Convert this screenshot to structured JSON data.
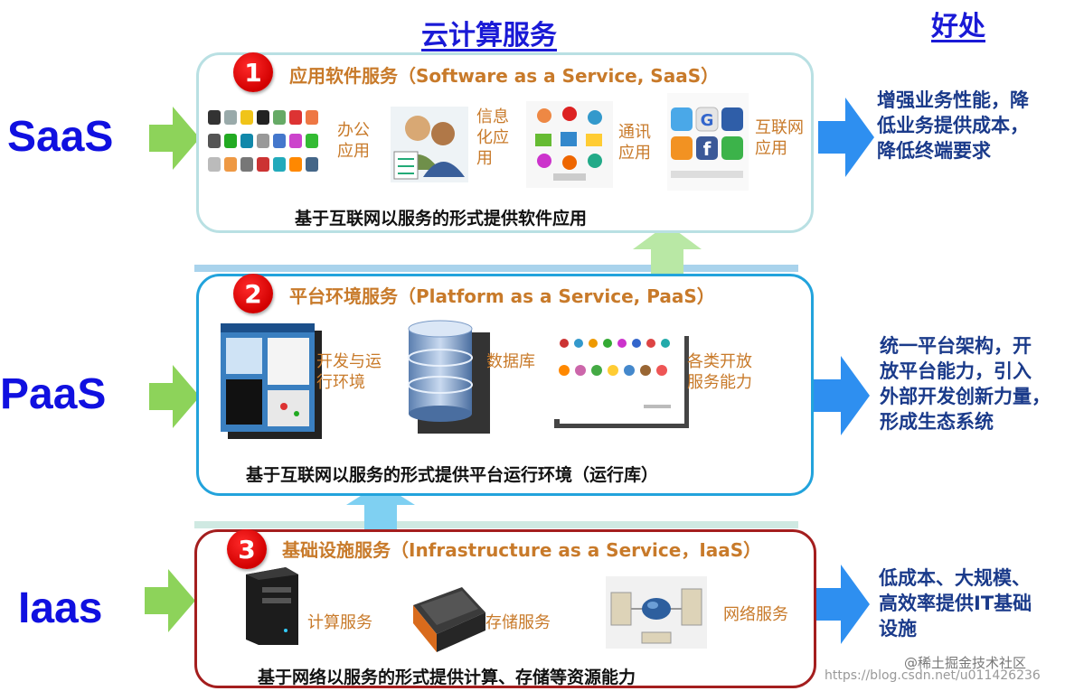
{
  "header": {
    "cloud_services": "云计算服务",
    "benefits": "好处"
  },
  "layers": [
    {
      "label": "SaaS",
      "number": "1",
      "title": "应用软件服务（Software as a Service, SaaS）",
      "description": "基于互联网以服务的形式提供软件应用",
      "items": [
        {
          "icon": "office-apps-grid",
          "caption": [
            "办公",
            "应用"
          ]
        },
        {
          "icon": "people-avatars",
          "caption": [
            "信息",
            "化应",
            "用"
          ]
        },
        {
          "icon": "communication-icons",
          "caption": [
            "通讯",
            "应用"
          ]
        },
        {
          "icon": "social-media-icons",
          "caption": [
            "互联网",
            "应用"
          ]
        }
      ],
      "benefit": [
        "增强业务性能，降",
        "低业务提供成本，",
        "降低终端要求"
      ]
    },
    {
      "label": "PaaS",
      "number": "2",
      "title": "平台环境服务（Platform as a Service, PaaS）",
      "description": "基于互联网以服务的形式提供平台运行环境（运行库）",
      "items": [
        {
          "icon": "dev-environment-screenshot",
          "caption": [
            "开发与运",
            "行环境"
          ]
        },
        {
          "icon": "database-cylinder",
          "caption": [
            "数据库"
          ]
        },
        {
          "icon": "service-capability-icons",
          "caption": [
            "各类开放",
            "服务能力"
          ]
        }
      ],
      "benefit": [
        "统一平台架构，开",
        "放平台能力，引入",
        "外部开发创新力量，",
        "形成生态系统"
      ]
    },
    {
      "label": "Iaas",
      "number": "3",
      "title": "基础设施服务（Infrastructure as a Service，IaaS）",
      "description": "基于网络以服务的形式提供计算、存储等资源能力",
      "items": [
        {
          "icon": "server-tower",
          "caption": [
            "计算服务"
          ]
        },
        {
          "icon": "storage-drive",
          "caption": [
            "存储服务"
          ]
        },
        {
          "icon": "network-servers",
          "caption": [
            "网络服务"
          ]
        }
      ],
      "benefit": [
        "低成本、大规模、",
        "高效率提供IT基础",
        "设施"
      ]
    }
  ],
  "watermark": {
    "main": "@稀土掘金技术社区",
    "url": "https://blog.csdn.net/u011426236"
  },
  "colors": {
    "label_blue": "#1010e0",
    "title_orange": "#c87a2a",
    "benefit_navy": "#1a3a8a",
    "arrow_green": "#8dd35a",
    "arrow_blue": "#2e8ff0",
    "saas_border": "#b9e0e3",
    "paas_border": "#22a3dc",
    "iaas_border": "#a41e1e",
    "circle_red": "#e00000"
  }
}
